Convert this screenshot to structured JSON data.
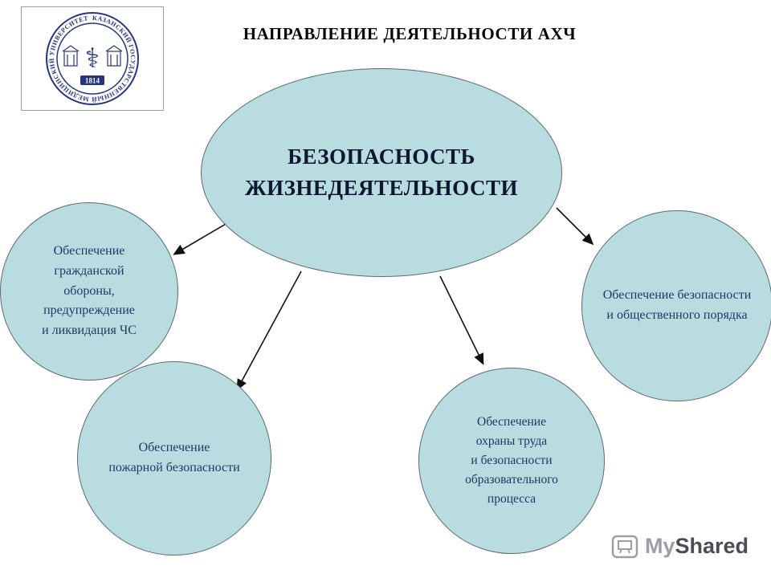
{
  "title": "НАПРАВЛЕНИЕ ДЕЯТЕЛЬНОСТИ АХЧ",
  "logo": {
    "university": "КАЗАНСКИЙ ГОСУДАРСТВЕННЫЙ МЕДИЦИНСКИЙ УНИВЕРСИТЕТ",
    "year": "1814"
  },
  "colors": {
    "node_fill": "#b9dce1",
    "node_border": "#5b6b70",
    "node_text": "#1f3864",
    "title_text": "#06060f",
    "seal_ink": "#27357f"
  },
  "diagram": {
    "center": {
      "lines": [
        "БЕЗОПАСНОСТЬ",
        "ЖИЗНЕДЕЯТЕЛЬНОСТИ"
      ]
    },
    "nodes": [
      {
        "id": "civil-defense",
        "lines": [
          "Обеспечение",
          "гражданской",
          "обороны,",
          "предупреждение",
          "и ликвидация ЧС"
        ]
      },
      {
        "id": "public-order",
        "lines": [
          "Обеспечение безопасности",
          "и общественного порядка"
        ]
      },
      {
        "id": "fire-safety",
        "lines": [
          "Обеспечение",
          "пожарной безопасности"
        ]
      },
      {
        "id": "labor-safety",
        "lines": [
          "Обеспечение",
          "охраны труда",
          "и безопасности",
          "образовательного",
          "процесса"
        ]
      }
    ]
  },
  "watermark": {
    "my": "My",
    "shared": "Shared"
  }
}
